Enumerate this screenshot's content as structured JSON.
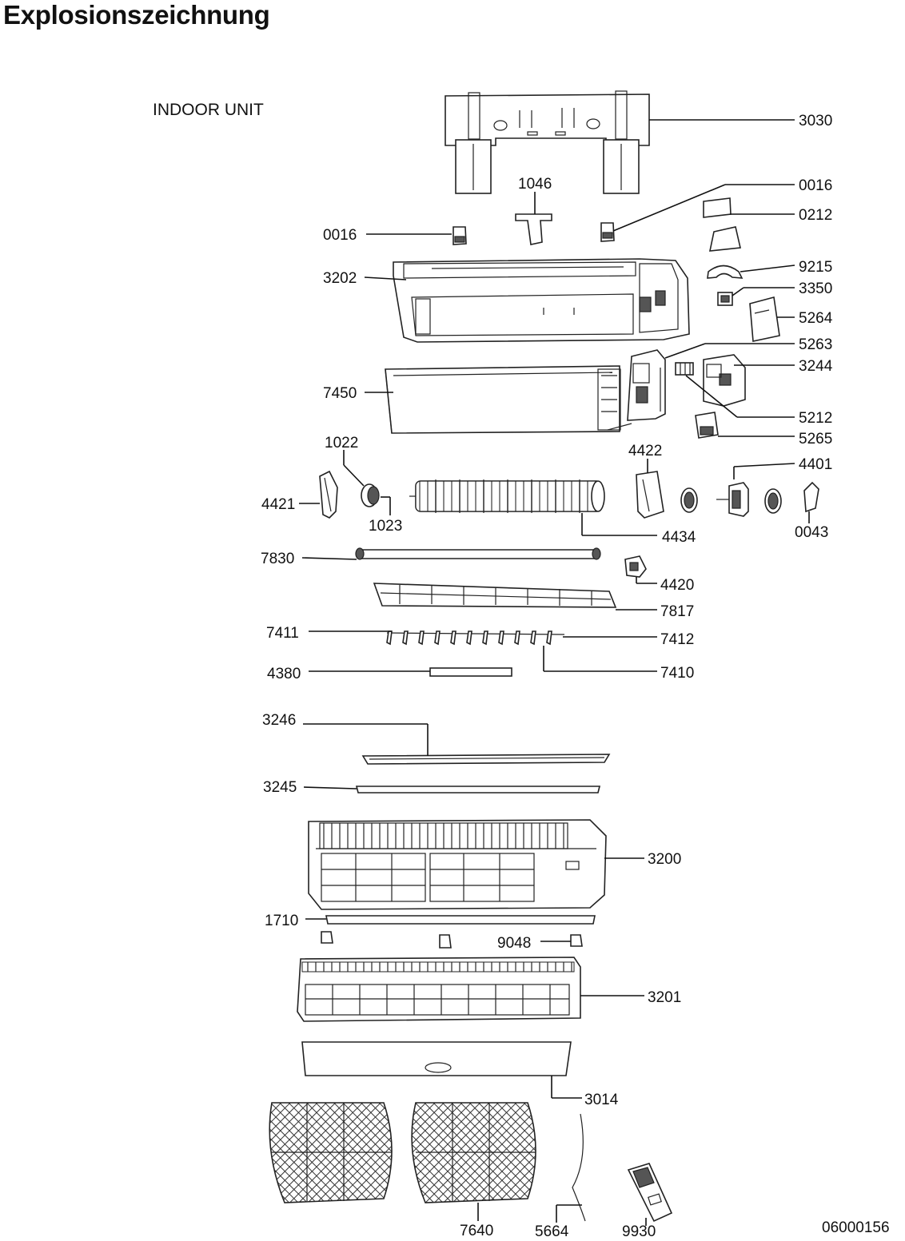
{
  "title": "Explosionszeichnung",
  "subtitle": "INDOOR UNIT",
  "document_number": "06000156",
  "callouts": {
    "p3030": "3030",
    "p1046": "1046",
    "p0016a": "0016",
    "p0016b": "0016",
    "p0212": "0212",
    "p9215": "9215",
    "p3202": "3202",
    "p3350": "3350",
    "p5264": "5264",
    "p5263": "5263",
    "p3244": "3244",
    "p7450": "7450",
    "p5212": "5212",
    "p5265": "5265",
    "p1022": "1022",
    "p4422": "4422",
    "p4401": "4401",
    "p4421": "4421",
    "p1023": "1023",
    "p4434": "4434",
    "p0043": "0043",
    "p7830": "7830",
    "p4420": "4420",
    "p7817": "7817",
    "p7411": "7411",
    "p7412": "7412",
    "p4380": "4380",
    "p7410": "7410",
    "p3246": "3246",
    "p3245": "3245",
    "p3200": "3200",
    "p1710": "1710",
    "p9048": "9048",
    "p3201": "3201",
    "p3014": "3014",
    "p7640": "7640",
    "p5664": "5664",
    "p9930": "9930"
  }
}
